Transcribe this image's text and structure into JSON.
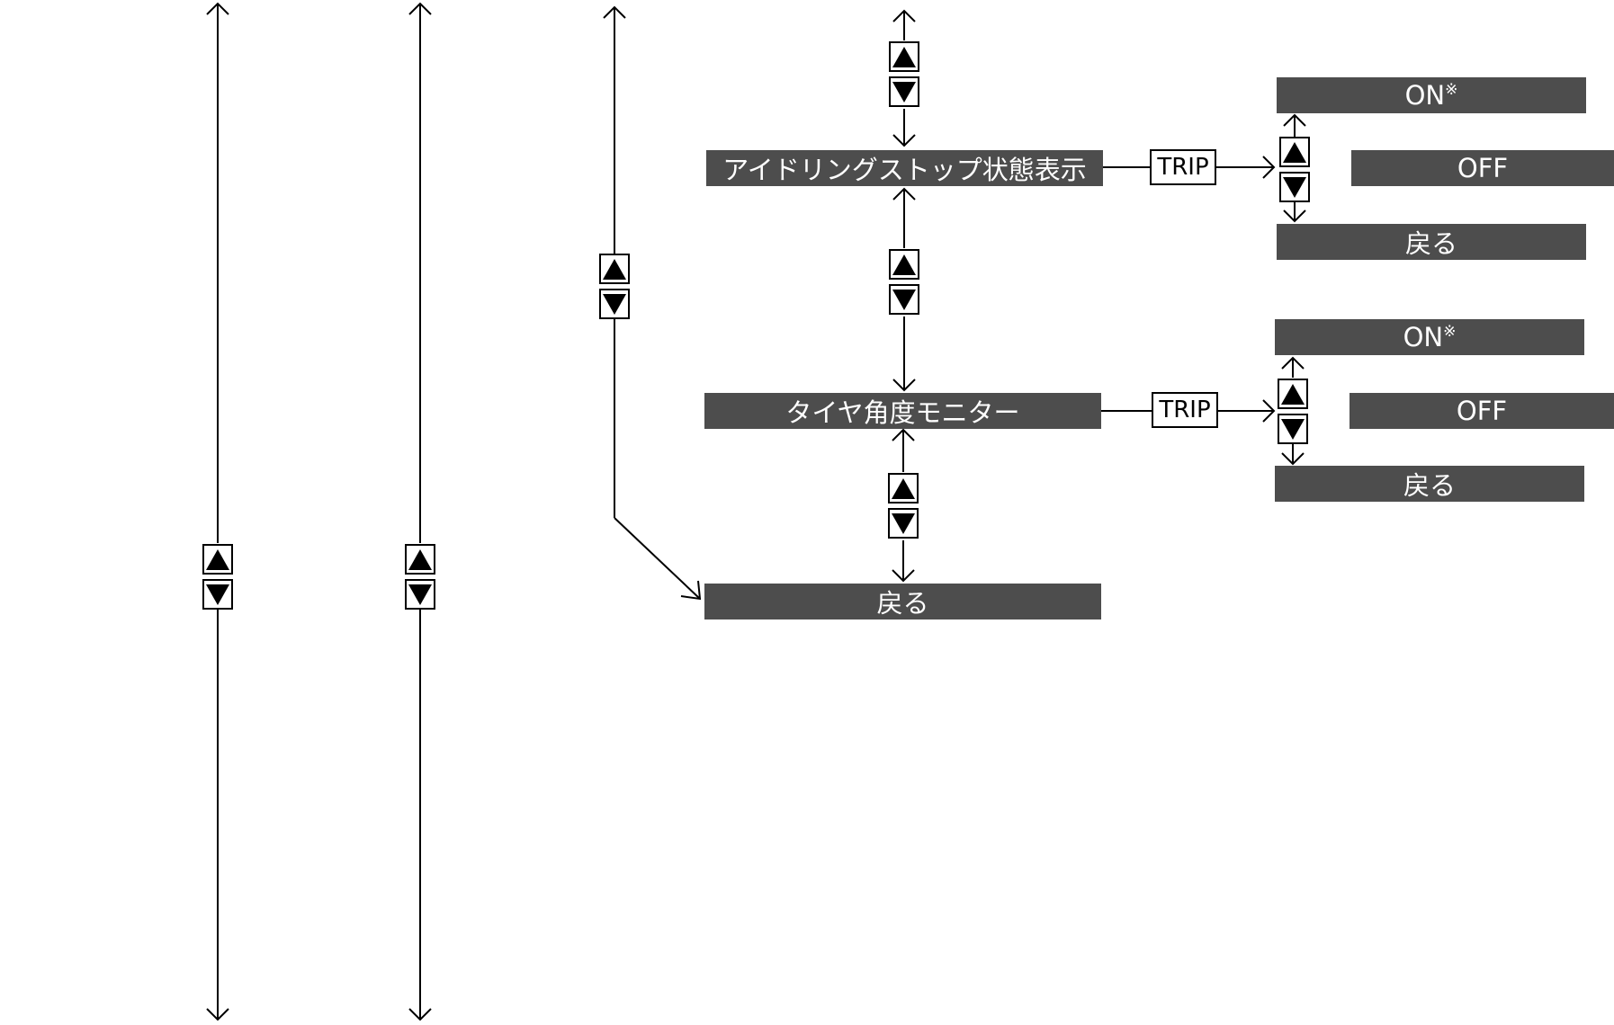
{
  "menu": {
    "idling_stop_display": "アイドリングストップ状態表示",
    "tire_angle_monitor": "タイヤ角度モニター",
    "back": "戻る"
  },
  "trip_button": "TRIP",
  "submenu_idling": {
    "on": "ON",
    "on_mark": "※",
    "off": "OFF",
    "back": "戻る"
  },
  "submenu_tire": {
    "on": "ON",
    "on_mark": "※",
    "off": "OFF",
    "back": "戻る"
  },
  "colors": {
    "box_fill": "#4d4d4d",
    "box_text": "#ffffff",
    "line": "#000000"
  },
  "icons": [
    "up-triangle-icon",
    "down-triangle-icon",
    "arrow-head-icon"
  ]
}
